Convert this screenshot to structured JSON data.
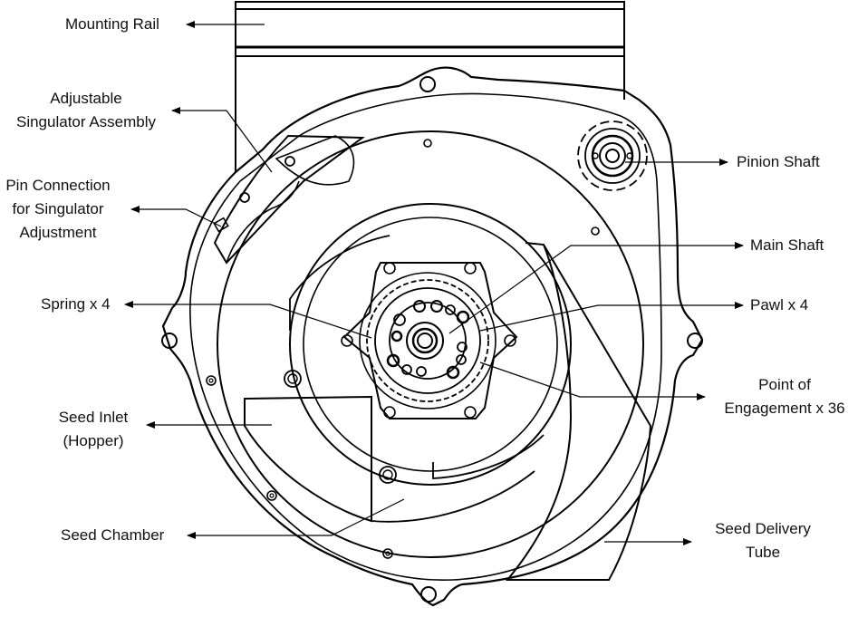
{
  "labels": {
    "mounting_rail": "Mounting Rail",
    "adjustable_singulator": [
      "Adjustable",
      "Singulator Assembly"
    ],
    "pin_connection": [
      "Pin Connection",
      "for Singulator",
      "Adjustment"
    ],
    "spring": "Spring x 4",
    "seed_inlet": [
      "Seed Inlet",
      "(Hopper)"
    ],
    "seed_chamber": "Seed Chamber",
    "pinion_shaft": "Pinion Shaft",
    "main_shaft": "Main Shaft",
    "pawl": "Pawl x 4",
    "point_of_engagement": [
      "Point of",
      "Engagement x 36"
    ],
    "seed_delivery_tube": [
      "Seed Delivery",
      "Tube"
    ]
  },
  "colors": {
    "line": "#000000",
    "background": "#ffffff",
    "text": "#111111"
  }
}
